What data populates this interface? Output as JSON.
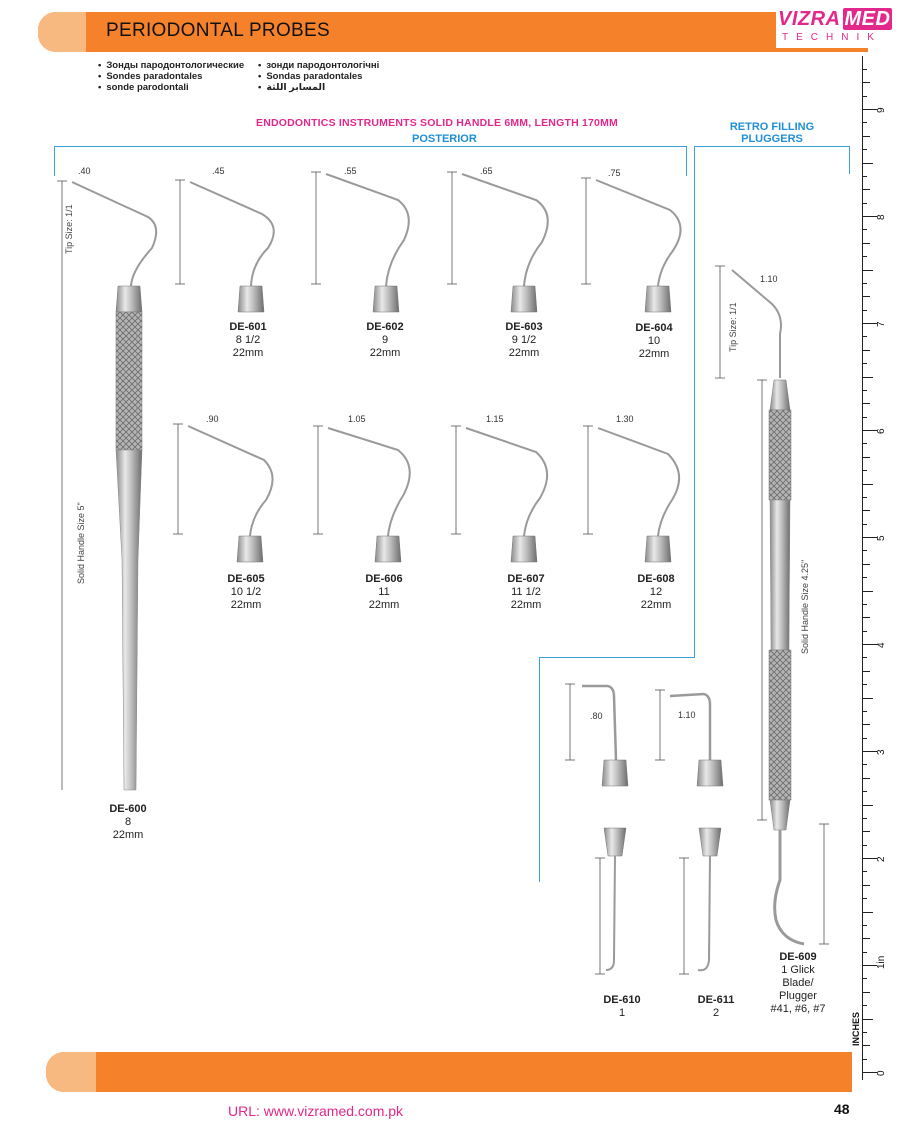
{
  "header": {
    "title": "PERIODONTAL PROBES"
  },
  "logo": {
    "brand_main": "VIZRA",
    "brand_med": "MED",
    "brand_sub": "TECHNIK"
  },
  "translations": {
    "left": [
      "Зонды пародонтологические",
      "Sondes paradontales",
      "sonde parodontali"
    ],
    "right": [
      "зонди пародонтологічні",
      "Sondas paradontales",
      "المسابر اللثة"
    ]
  },
  "sections": {
    "main_title": "ENDODONTICS INSTRUMENTS SOLID HANDLE 6MM, LENGTH 170MM",
    "posterior": "POSTERIOR",
    "retro": "RETRO FILLING PLUGGERS"
  },
  "tip_label": "Tip Size: 1/1",
  "handle_label_600": "Solid Handle Size 5\"",
  "handle_label_609": "Solid Handle Size 4.25\"",
  "instruments": [
    {
      "code": "DE-600",
      "line2": "8",
      "line3": "22mm",
      "tip": ".40"
    },
    {
      "code": "DE-601",
      "line2": "8 1/2",
      "line3": "22mm",
      "tip": ".45"
    },
    {
      "code": "DE-602",
      "line2": "9",
      "line3": "22mm",
      "tip": ".55"
    },
    {
      "code": "DE-603",
      "line2": "9 1/2",
      "line3": "22mm",
      "tip": ".65"
    },
    {
      "code": "DE-604",
      "line2": "10",
      "line3": "22mm",
      "tip": ".75"
    },
    {
      "code": "DE-605",
      "line2": "10 1/2",
      "line3": "22mm",
      "tip": ".90"
    },
    {
      "code": "DE-606",
      "line2": "11",
      "line3": "22mm",
      "tip": "1.05"
    },
    {
      "code": "DE-607",
      "line2": "11 1/2",
      "line3": "22mm",
      "tip": "1.15"
    },
    {
      "code": "DE-608",
      "line2": "12",
      "line3": "22mm",
      "tip": "1.30"
    },
    {
      "code": "DE-609",
      "line2": "1 Glick",
      "line3": "Blade/",
      "line4": "Plugger",
      "line5": "#41, #6, #7",
      "tip": "1.10"
    },
    {
      "code": "DE-610",
      "line2": "1",
      "tip": ".80"
    },
    {
      "code": "DE-611",
      "line2": "2",
      "tip": "1.10"
    }
  ],
  "ruler": {
    "unit": "INCHES",
    "numbers": [
      "0",
      "1in",
      "2",
      "3",
      "4",
      "5",
      "6",
      "7",
      "8",
      "9"
    ]
  },
  "footer": {
    "url": "URL: www.vizramed.com.pk",
    "page": "48"
  }
}
